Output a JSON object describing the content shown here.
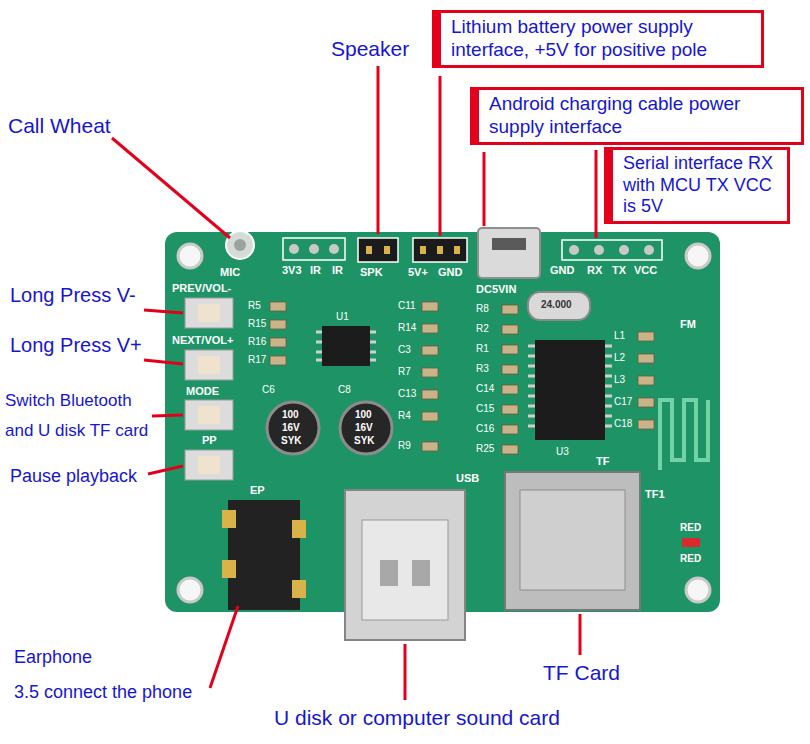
{
  "diagram": {
    "nodes": [
      {
        "text": [
          "Lithium battery power supply interface, +5V for positive pole"
        ]
      },
      {
        "text": [
          "Android charging cable power supply interface"
        ]
      },
      {
        "text": [
          "Serial interface RX with MCU TX VCC is 5V"
        ]
      }
    ],
    "labels": [
      "Speaker",
      "Call Wheat",
      "Long Press V-",
      "Long Press V+",
      "Switch Bluetooth",
      "and U disk TF card",
      "Pause playback",
      "Earphone",
      "3.5 connect the phone",
      "U disk or computer sound card",
      "TF Card",
      "MIC",
      "3V3",
      "IR",
      "IR",
      "SPK",
      "5V+",
      "GND",
      "DC5VIN",
      "GND",
      "RX",
      "TX",
      "VCC",
      "PREV/VOL-",
      "NEXT/VOL+",
      "MODE",
      "PP",
      "EP",
      "USB",
      "TF",
      "TF1",
      "FM",
      "RED",
      "RED",
      "24.000",
      "100",
      "16V",
      "SYK",
      "100",
      "16V",
      "SYK",
      "R5",
      "R15",
      "R16",
      "R17",
      "C6",
      "C8",
      "U1",
      "C11",
      "R14",
      "C3",
      "R7",
      "C13",
      "R4",
      "R9",
      "R8",
      "R2",
      "R1",
      "R3",
      "C14",
      "C15",
      "C16",
      "R25",
      "U3",
      "L1",
      "L2",
      "L3",
      "C17",
      "C18"
    ]
  }
}
